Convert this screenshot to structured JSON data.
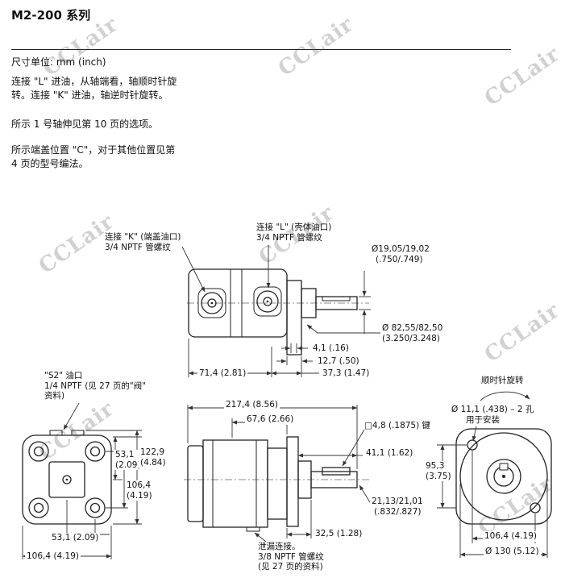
{
  "page": {
    "watermark": "CCLair",
    "title": "M2-200 系列",
    "units": "尺寸单位: mm (inch)",
    "para1_l1": "连接 \"L\" 进油，从轴端看，轴顺时针旋",
    "para1_l2": "转。连接 \"K\" 进油，轴逆时针旋转。",
    "para2": "所示 1 号轴伸见第 10 页的选项。",
    "para3_l1": "所示端盖位置 \"C\"，对于其他位置见第",
    "para3_l2": "4 页的型号编法。"
  },
  "top_view": {
    "port_k_l1": "连接 \"K\" (端盖油口)",
    "port_k_l2": "3/4 NPTF 管螺纹",
    "port_l_l1": "连接 \"L\" (壳体油口)",
    "port_l_l2": "3/4 NPTF 管螺纹",
    "shaft_dia_l1": "Ø19,05/19,02",
    "shaft_dia_l2": "(.750/.749)",
    "pilot_dia_l1": "Ø 82,55/82,50",
    "pilot_dia_l2": "(3.250/3.248)",
    "dim_flange": "4,1 (.16)",
    "dim_pilot_depth": "12,7 (.50)",
    "dim_37_3": "37,3 (1.47)",
    "dim_71_4": "71,4 (2.81)"
  },
  "front_view": {
    "s2_l1": "\"S2\" 油口",
    "s2_l2": "1/4 NPTF (见 27 页的\"阀\"",
    "s2_l3": "资料)",
    "dim_53_1_v_l1": "53,1",
    "dim_53_1_v_l2": "(2.09)",
    "dim_122_9_l1": "122,9",
    "dim_122_9_l2": "(4.84)",
    "dim_106_4_v_l1": "106,4",
    "dim_106_4_v_l2": "(4.19)",
    "dim_53_1_h": "53,1 (2.09)",
    "dim_106_4_h": "106,4 (4.19)"
  },
  "side_view": {
    "dim_217_4": "217,4 (8.56)",
    "dim_67_6": "67,6 (2.66)",
    "key_label": "□4,8 (.1875) 键",
    "dim_41_1": "41,1 (1.62)",
    "dim_key_l1": "21,13/21,01",
    "dim_key_l2": "(.832/.827)",
    "dim_32_5": "32,5 (1.28)",
    "drain_l1": "泄漏连接。",
    "drain_l2": "3/8 NPTF 管螺纹",
    "drain_l3": "(见 27 页的资料)"
  },
  "rear_view": {
    "rotation": "顺时针旋转",
    "holes_l1": "Ø 11,1 (.438) – 2 孔",
    "holes_l2": "用于安装",
    "dim_95_3_l1": "95,3",
    "dim_95_3_l2": "(3.75)",
    "dim_106_4": "106,4 (4.19)",
    "dim_130": "Ø 130 (5.12)"
  }
}
